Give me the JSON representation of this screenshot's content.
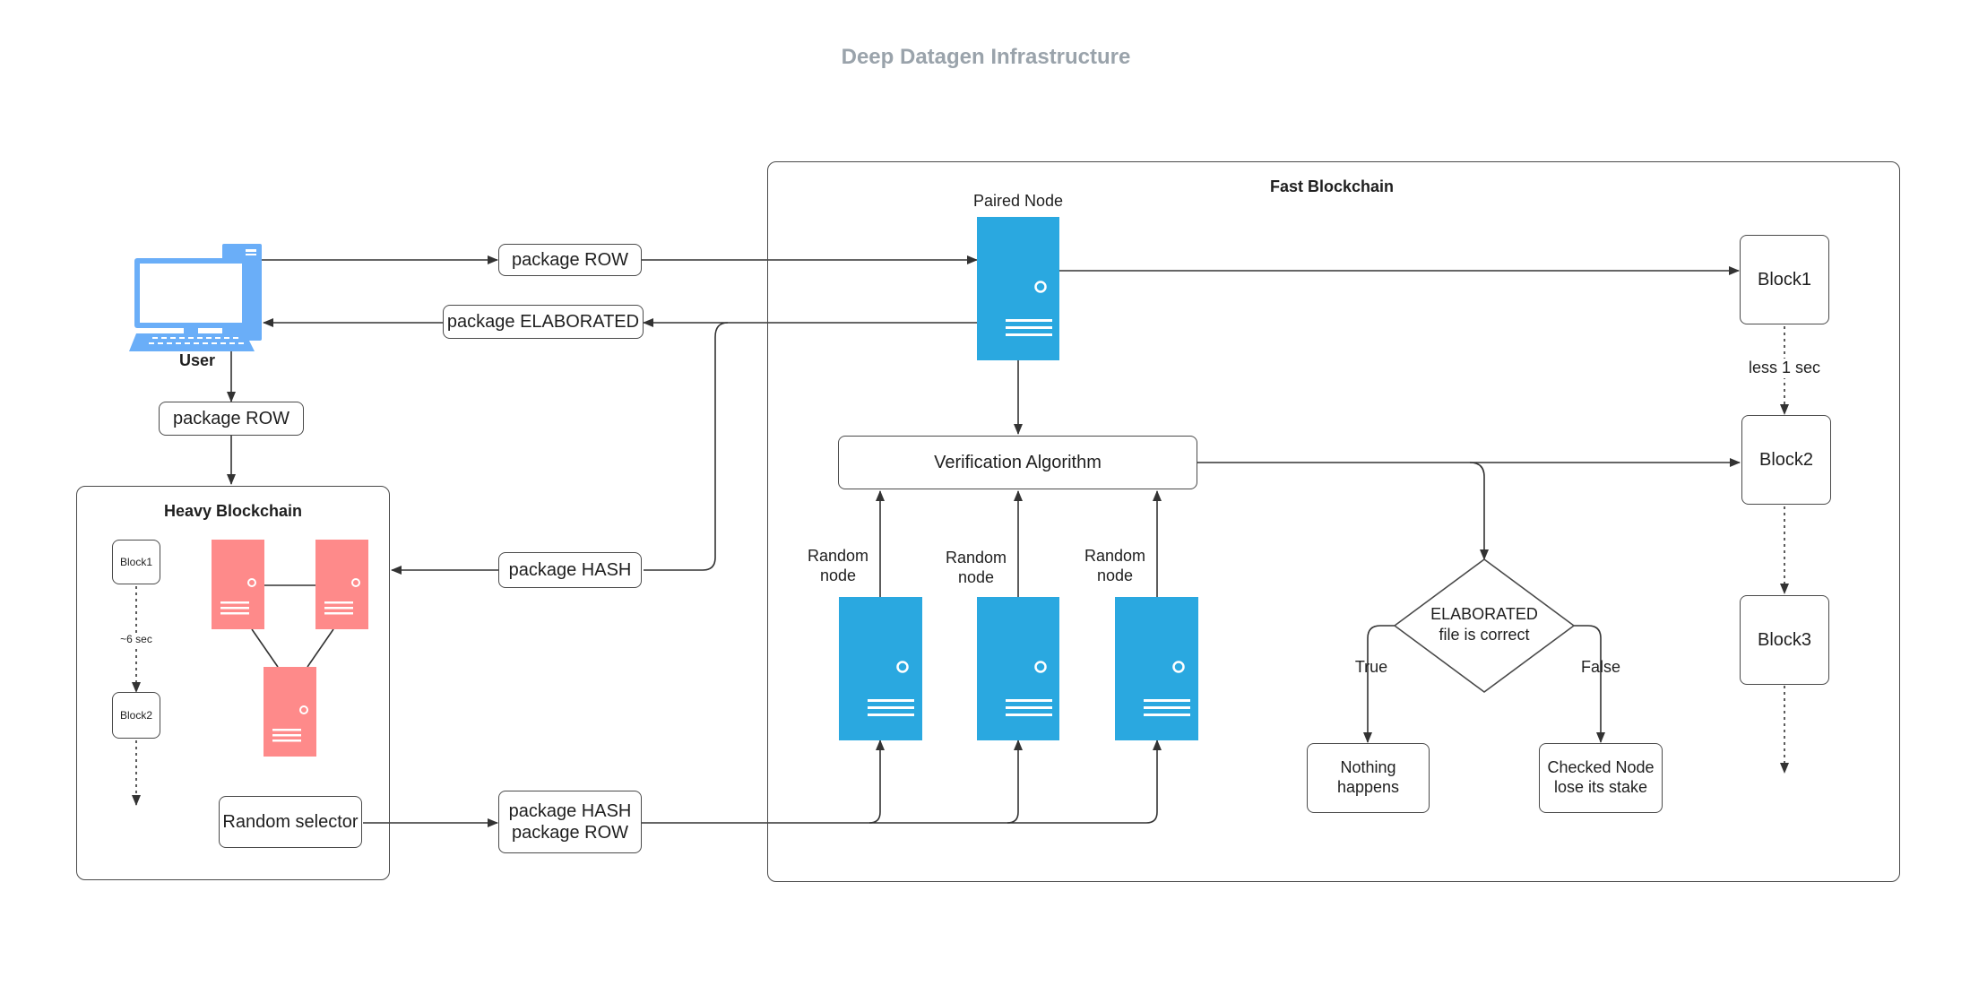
{
  "title": "Deep Datagen Infrastructure",
  "colors": {
    "title": "#9aa3ab",
    "server_blue": "#2aa8e0",
    "server_red": "#fe8a8a",
    "computer_blue": "#6aaef8",
    "stroke": "#4a4a4a"
  },
  "icons": {
    "user_computer": "desktop-computer-icon",
    "server": "server-icon"
  },
  "user": {
    "label": "User"
  },
  "flow_labels": {
    "package_row_top": "package ROW",
    "package_elaborated": "package ELABORATED",
    "package_row_left": "package ROW",
    "package_hash": "package HASH",
    "package_hash_row_line1": "package HASH",
    "package_hash_row_line2": "package ROW"
  },
  "heavy_blockchain": {
    "title": "Heavy Blockchain",
    "blocks": [
      "Block1",
      "Block2"
    ],
    "interval": "~6 sec",
    "random_selector": "Random selector"
  },
  "fast_blockchain": {
    "title": "Fast Blockchain",
    "paired_node": "Paired Node",
    "verification": "Verification Algorithm",
    "random_nodes": [
      "Random node",
      "Random node",
      "Random node"
    ],
    "blocks": [
      "Block1",
      "Block2",
      "Block3"
    ],
    "interval": "less 1 sec",
    "decision": {
      "line1": "ELABORATED",
      "line2": "file is correct",
      "true_label": "True",
      "false_label": "False"
    },
    "outcome_true": {
      "line1": "Nothing",
      "line2": "happens"
    },
    "outcome_false": {
      "line1": "Checked Node",
      "line2": "lose its stake"
    }
  }
}
